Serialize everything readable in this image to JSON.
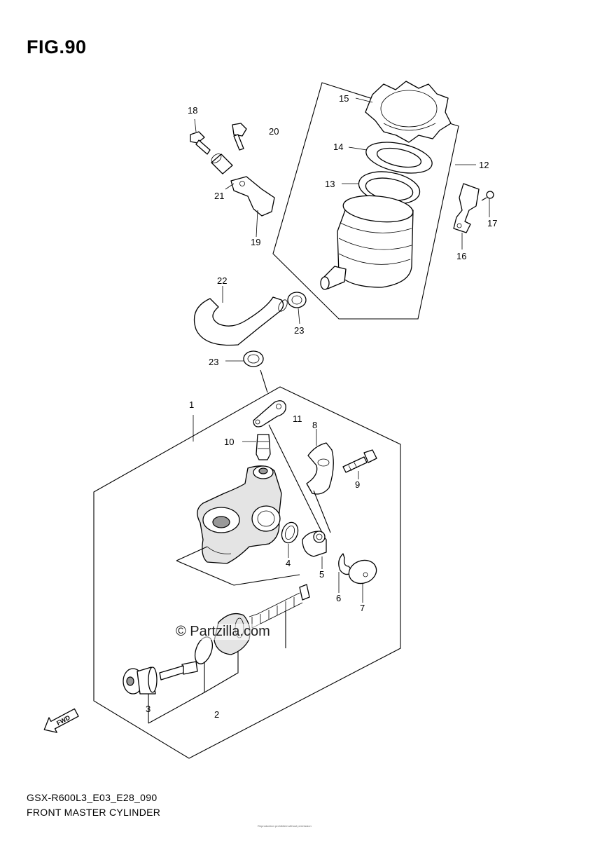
{
  "figure": {
    "title": "FIG.90",
    "model_code": "GSX-R600L3_E03_E28_090",
    "name": "FRONT MASTER CYLINDER"
  },
  "watermark": "© Partzilla.com",
  "copyright": "Reproduction prohibited without permission",
  "fwd_label": "FWD",
  "part_labels": {
    "p1": "1",
    "p2": "2",
    "p3": "3",
    "p4": "4",
    "p5": "5",
    "p6": "6",
    "p7": "7",
    "p8": "8",
    "p9": "9",
    "p10": "10",
    "p11": "11",
    "p12": "12",
    "p13": "13",
    "p14": "14",
    "p15": "15",
    "p16": "16",
    "p17": "17",
    "p18": "18",
    "p19": "19",
    "p20": "20",
    "p21": "21",
    "p22": "22",
    "p23a": "23",
    "p23b": "23"
  }
}
